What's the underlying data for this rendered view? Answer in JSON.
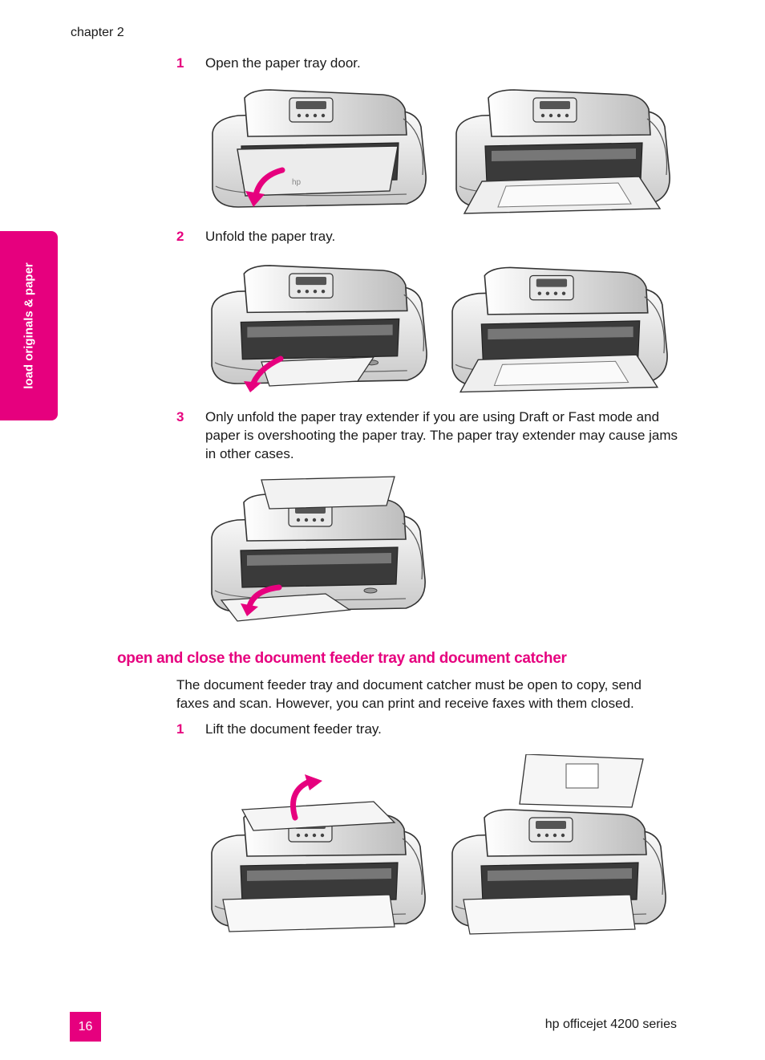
{
  "header": {
    "chapter": "chapter 2"
  },
  "side_tab": {
    "label": "load originals & paper"
  },
  "steps_a": [
    {
      "num": "1",
      "text": "Open the paper tray door."
    },
    {
      "num": "2",
      "text": "Unfold the paper tray."
    },
    {
      "num": "3",
      "text": "Only unfold the paper tray extender if you are using Draft or Fast mode and paper is overshooting the paper tray. The paper tray extender may cause jams in other cases."
    }
  ],
  "section": {
    "heading": "open and close the document feeder tray and document catcher",
    "intro": "The document feeder tray and document catcher must be open to copy, send faxes and scan. However, you can print and receive faxes with them closed.",
    "steps": [
      {
        "num": "1",
        "text": "Lift the document feeder tray."
      }
    ]
  },
  "logo_text": "hp",
  "footer": {
    "page_number": "16",
    "product": "hp officejet 4200 series"
  },
  "colors": {
    "accent": "#e6007e"
  }
}
